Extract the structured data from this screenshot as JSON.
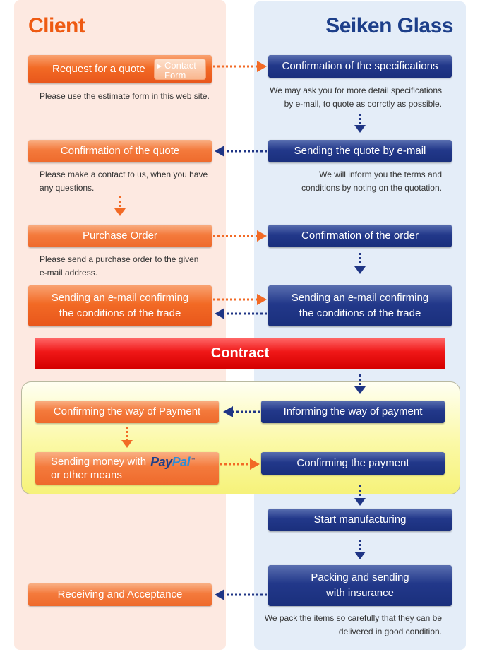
{
  "client_title": "Client",
  "seiken_title": "Seiken Glass",
  "contact_button": {
    "line1": "Contact",
    "line2": "Form"
  },
  "client_steps": [
    {
      "label": "Request for a quote"
    },
    {
      "label": "Confirmation of the quote"
    },
    {
      "label": "Purchase Order"
    },
    {
      "line1": "Sending an e-mail confirming",
      "line2": "the conditions of the trade"
    },
    {
      "label": "Confirming the way of Payment"
    },
    {
      "line1": "Sending money with",
      "line2": "or other means"
    },
    {
      "label": "Receiving and Acceptance"
    }
  ],
  "paypal": {
    "part1": "Pay",
    "part2": "Pal",
    "tm": "™"
  },
  "seiken_steps": [
    {
      "label": "Confirmation of the specifications"
    },
    {
      "label": "Sending the quote by e-mail"
    },
    {
      "label": "Confirmation of the order"
    },
    {
      "line1": "Sending an e-mail confirming",
      "line2": "the conditions of the trade"
    },
    {
      "label": "Informing the way of payment"
    },
    {
      "label": "Confirming the payment"
    },
    {
      "label": "Start manufacturing"
    },
    {
      "line1": "Packing and sending",
      "line2": "with insurance"
    }
  ],
  "notes": {
    "client_quote_request": "Please use the estimate form in this web site.",
    "seiken_specs": {
      "line1": "We may ask you for more detail specifications",
      "line2": "by e-mail, to quote as corrctly as possible."
    },
    "client_quote_confirm": {
      "line1": "Please make a contact to us, when you have",
      "line2": "any questions."
    },
    "seiken_quote": {
      "line1": "We will inform you the terms and",
      "line2": "conditions by noting on the quotation."
    },
    "client_po": {
      "line1": "Please send a purchase order to the given",
      "line2": "e-mail address."
    },
    "seiken_packing": {
      "line1": "We pack the items so carefully that they can be",
      "line2": "delivered in good condition."
    }
  },
  "contract_label": "Contract",
  "colors": {
    "orange": "#f26a25",
    "navy": "#1f3585",
    "contract_red": "#f01818",
    "client_bg": "#fde9e1",
    "seiken_bg": "#e4edf8"
  },
  "icons": [
    "dotted-arrow-right",
    "dotted-arrow-left",
    "dotted-arrow-down"
  ]
}
